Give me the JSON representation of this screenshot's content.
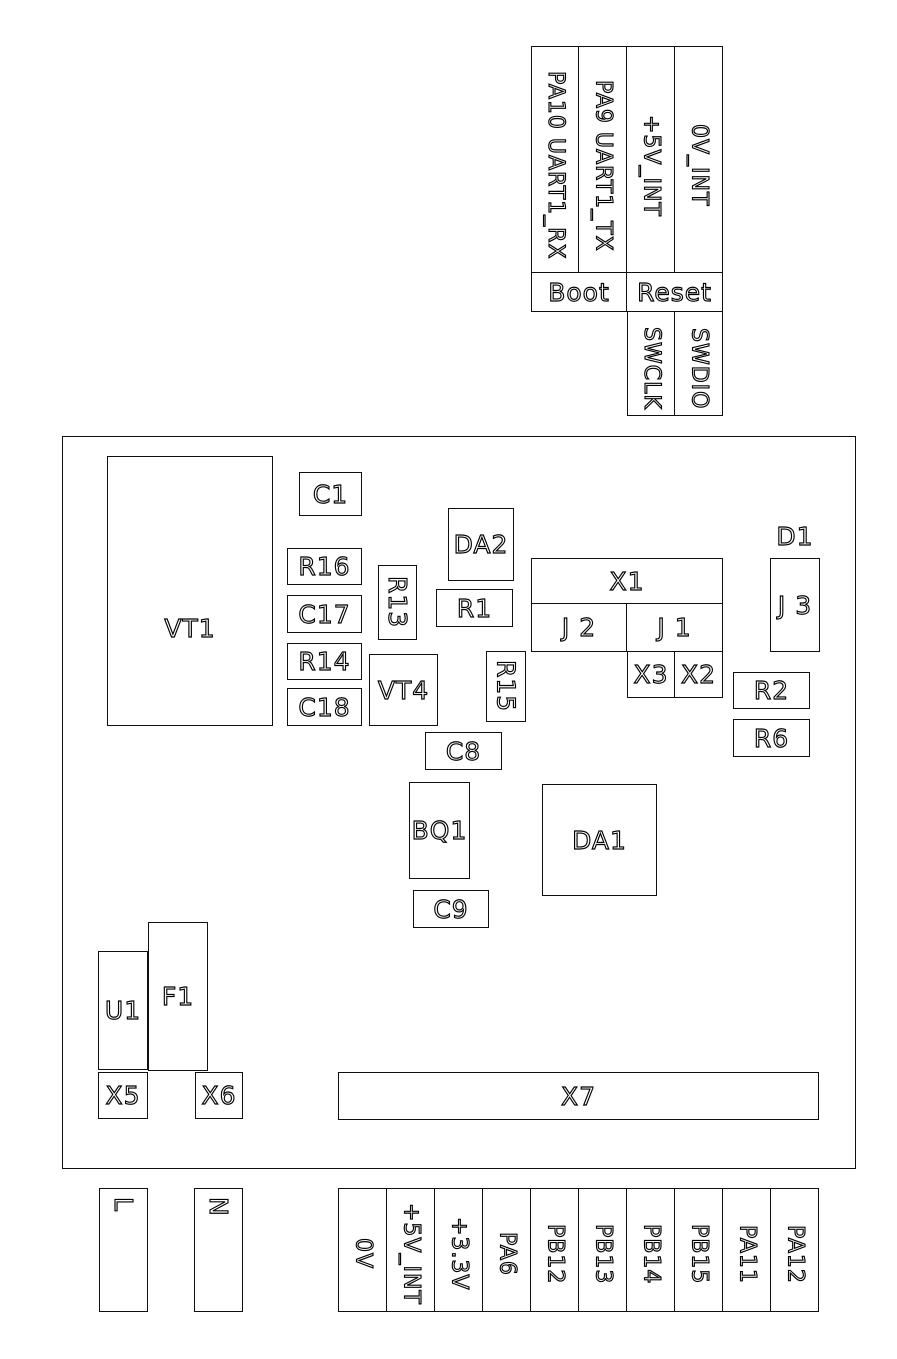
{
  "programming_header": {
    "pins": [
      "PA10 UART1_RX",
      "PA9 UART1_TX",
      "+5V_INT",
      "0V_INT"
    ],
    "boot_label": "Boot",
    "reset_label": "Reset",
    "swd_pins": [
      "SWCLK",
      "SWDIO"
    ]
  },
  "board": {
    "components": {
      "vt1": "VT1",
      "c1": "C1",
      "r16": "R16",
      "c17": "C17",
      "r14": "R14",
      "c18": "C18",
      "r13": "R13",
      "vt4": "VT4",
      "da2": "DA2",
      "r1": "R1",
      "r15": "R15",
      "c8": "C8",
      "bq1": "BQ1",
      "c9": "C9",
      "da1": "DA1",
      "x1": "X1",
      "j2": "J 2",
      "j1": "J 1",
      "x3": "X3",
      "x2": "X2",
      "d1": "D1",
      "j3": "J 3",
      "r2": "R2",
      "r6": "R6",
      "u1": "U1",
      "f1": "F1",
      "x5": "X5",
      "x6": "X6",
      "x7": "X7"
    }
  },
  "bottom_connectors": {
    "mains_pins": [
      "L",
      "N"
    ],
    "io_pins": [
      "0V",
      "+5V_INT",
      "+3.3V",
      "PA6",
      "PB12",
      "PB13",
      "PB14",
      "PB15",
      "PA11",
      "PA12"
    ]
  }
}
